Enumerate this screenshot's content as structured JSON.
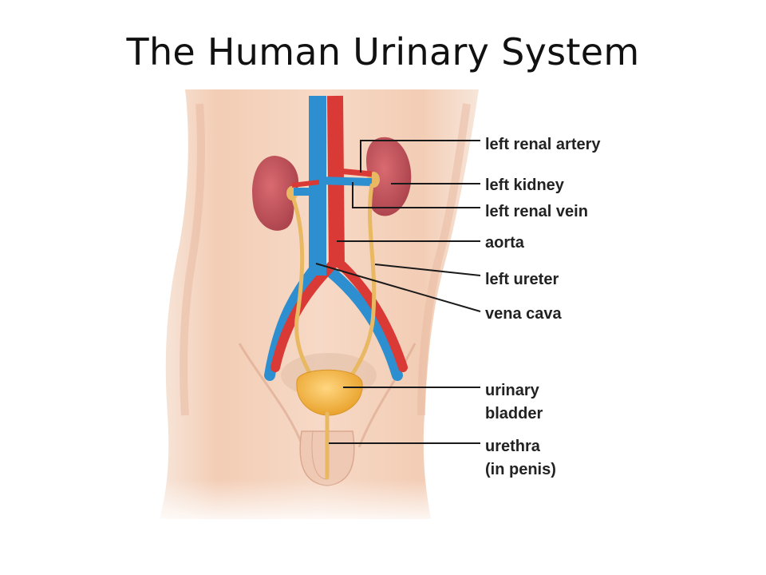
{
  "title": "The Human Urinary System",
  "colors": {
    "skin": "#f5d6c2",
    "skin_shadow": "#e8b79c",
    "artery": "#d93a36",
    "vein": "#2d8fd0",
    "kidney": "#c5525a",
    "ureter": "#e9b863",
    "bladder": "#f2b23a",
    "leader_line": "#1a1a1a"
  },
  "labels": {
    "left_renal_artery": "left renal artery",
    "left_kidney": "left kidney",
    "left_renal_vein": "left renal vein",
    "aorta": "aorta",
    "left_ureter": "left ureter",
    "vena_cava": "vena cava",
    "urinary_bladder_line1": "urinary",
    "urinary_bladder_line2": "bladder",
    "urethra_line1": "urethra",
    "urethra_line2": "(in penis)"
  }
}
